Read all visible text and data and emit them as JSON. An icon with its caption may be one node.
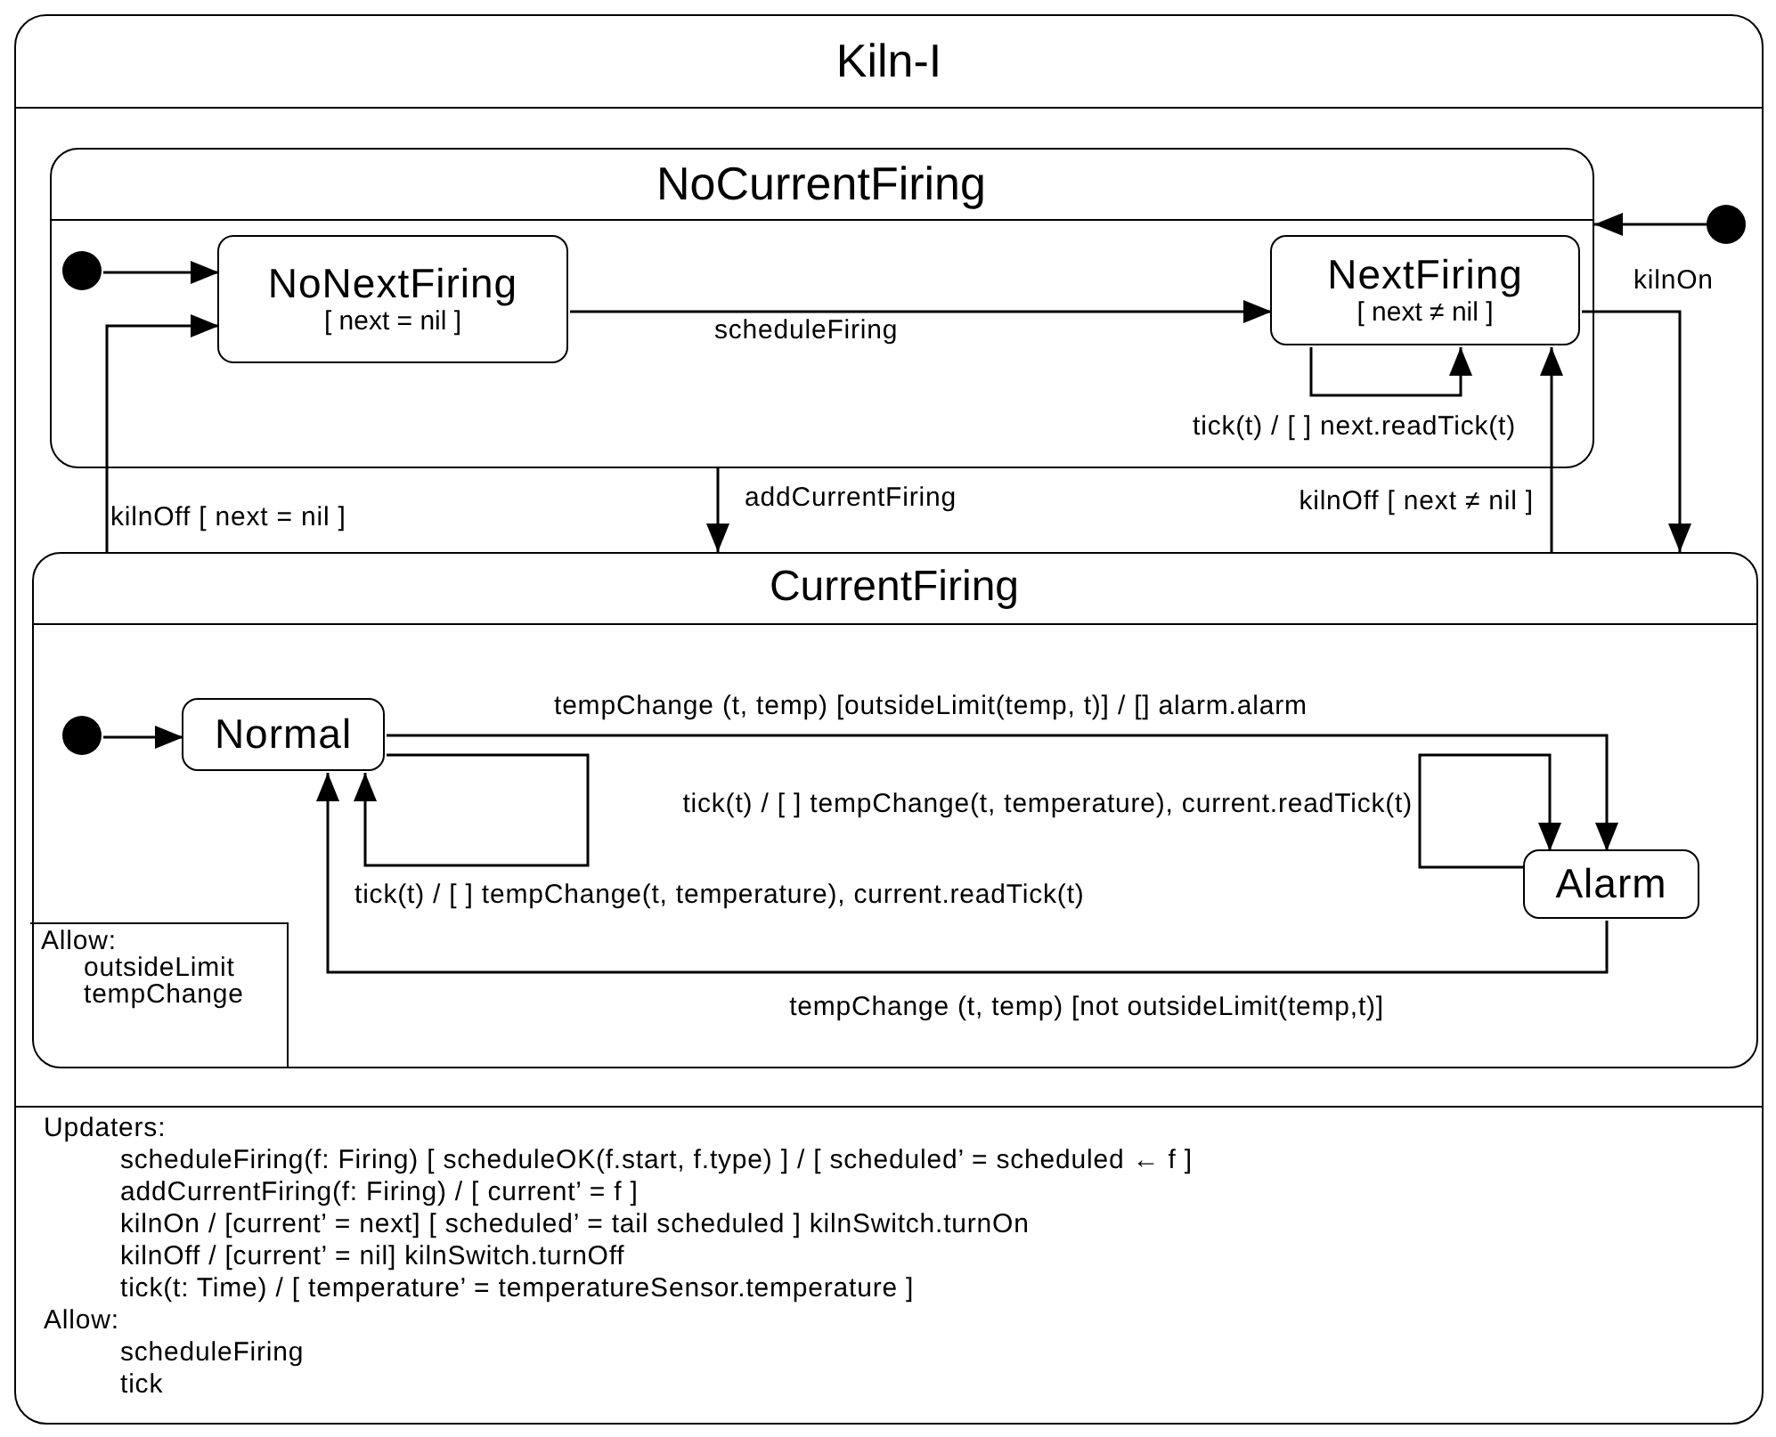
{
  "diagram": {
    "nodes": [
      {
        "text": [
          "Kiln-I",
          "Updaters:",
          "scheduleFiring(f: Firing) [ scheduleOK(f.start, f.type) ] / [ scheduled’ = scheduled ← f ]",
          "addCurrentFiring(f: Firing) / [ current’ = f ]",
          "kilnOn / [current’ = next] [ scheduled’ = tail scheduled ] kilnSwitch.turnOn",
          "kilnOff / [current’ = nil] kilnSwitch.turnOff",
          "tick(t: Time) / [ temperature’ = temperatureSensor.temperature ]",
          "Allow:",
          "scheduleFiring",
          "tick"
        ]
      },
      {
        "text": [
          "NoCurrentFiring"
        ],
        "in": 0
      },
      {
        "text": [],
        "shape": "circle",
        "in": 0
      },
      {
        "text": [],
        "shape": "circle",
        "in": 1
      },
      {
        "text": [
          "NoNextFiring",
          "[ next = nil ]"
        ],
        "in": 1
      },
      {
        "text": [
          "NextFiring",
          "[ next ≠ nil ]"
        ],
        "in": 1
      },
      {
        "text": [
          "CurrentFiring"
        ],
        "in": 0
      },
      {
        "text": [],
        "shape": "circle",
        "in": 6
      },
      {
        "text": [
          "Normal"
        ],
        "in": 6
      },
      {
        "text": [
          "Alarm"
        ],
        "in": 6
      },
      {
        "text": [
          "Allow:",
          "outsideLimit",
          "tempChange"
        ],
        "in": 6
      }
    ],
    "edges": [
      {
        "from": 2,
        "to": 1,
        "arrow": "to"
      },
      {
        "from": 3,
        "to": 4,
        "arrow": "to"
      },
      {
        "from": 4,
        "to": 5,
        "arrow": "to",
        "label": "scheduleFiring"
      },
      {
        "from": 5,
        "to": 5,
        "arrow": "to",
        "label": "tick(t) / [ ] next.readTick(t)"
      },
      {
        "from": 5,
        "to": 6,
        "arrow": "to",
        "label": "kilnOn"
      },
      {
        "from": 1,
        "to": 6,
        "arrow": "to",
        "label": "addCurrentFiring"
      },
      {
        "from": 6,
        "to": 5,
        "arrow": "to",
        "label": "kilnOff [ next ≠ nil ]"
      },
      {
        "from": 6,
        "to": 4,
        "arrow": "to",
        "label": "kilnOff [ next = nil ]"
      },
      {
        "from": 7,
        "to": 8,
        "arrow": "to"
      },
      {
        "from": 8,
        "to": 9,
        "arrow": "to",
        "label": "tempChange (t, temp) [outsideLimit(temp, t)] / [] alarm.alarm"
      },
      {
        "from": 8,
        "to": 8,
        "arrow": "to",
        "label": "tick(t) / [ ] tempChange(t, temperature), current.readTick(t)"
      },
      {
        "from": 9,
        "to": 9,
        "arrow": "to",
        "label": "tick(t) / [ ] tempChange(t, temperature), current.readTick(t)"
      },
      {
        "from": 9,
        "to": 8,
        "arrow": "to",
        "label": "tempChange (t, temp) [not outsideLimit(temp,t)]"
      }
    ]
  }
}
